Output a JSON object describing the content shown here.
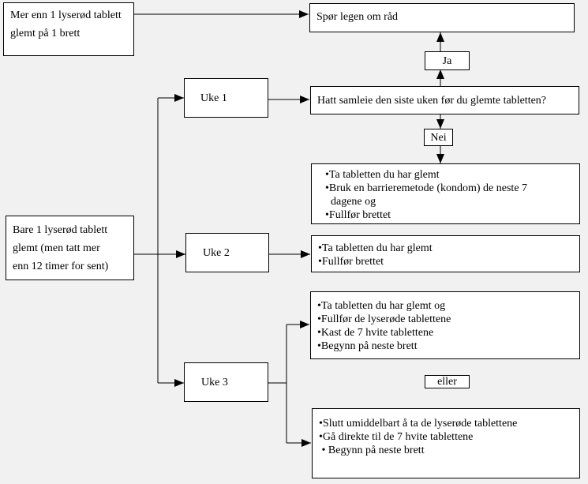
{
  "boxes": {
    "more_than_one": [
      "Mer enn 1 lyserød tablett",
      "glemt på 1 brett"
    ],
    "ask_doctor": "Spør legen om råd",
    "yes": "Ja",
    "week1": "Uke 1",
    "intercourse_question": "Hatt samleie den siste uken før du glemte tabletten?",
    "no": "Nei",
    "week1_action": [
      "•Ta tabletten du har glemt",
      "•Bruk en barrieremetode (kondom) de neste 7",
      "  dagene og",
      "•Fullfør brettet"
    ],
    "only_one": [
      "Bare 1 lyserød tablett",
      "glemt (men tatt mer",
      "enn 12 timer for sent)"
    ],
    "week2": "Uke 2",
    "week2_action": [
      "•Ta tabletten du har glemt",
      "•Fullfør brettet"
    ],
    "week3_option_a": [
      "•Ta tabletten du har glemt og",
      "•Fullfør de lyserøde tablettene",
      "•Kast de 7 hvite tablettene",
      "•Begynn på neste brett"
    ],
    "week3": "Uke 3",
    "or": "eller",
    "week3_option_b": [
      "•Slutt umiddelbart å ta de lyserøde tablettene",
      "•Gå direkte til de 7 hvite tablettene",
      " • Begynn på neste brett"
    ]
  }
}
